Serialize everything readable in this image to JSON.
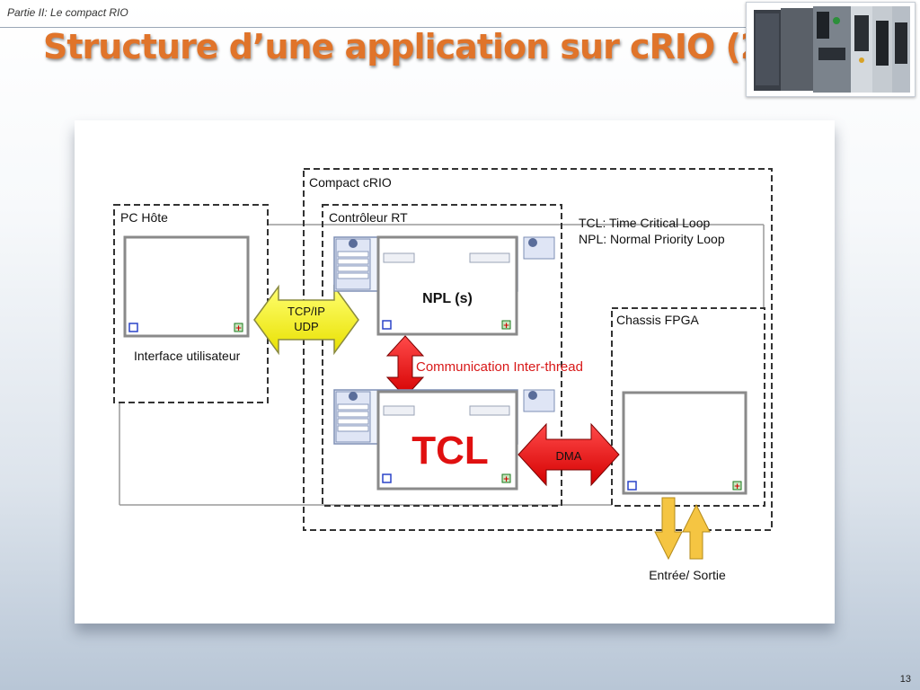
{
  "header": {
    "section": "Partie II: Le compact RIO",
    "title": "Structure d’une application sur cRIO (2/2)"
  },
  "diagram": {
    "compact_crio_label": "Compact cRIO",
    "pc_hote_label": "PC Hôte",
    "controleur_rt_label": "Contrôleur RT",
    "legend_tcl": "TCL: Time Critical Loop",
    "legend_npl": "NPL: Normal Priority Loop",
    "interface_label": "Interface utilisateur",
    "protocol_line1": "TCP/IP",
    "protocol_line2": "UDP",
    "npl_label": "NPL (s)",
    "inter_thread_label": "Communication Inter-thread",
    "tcl_label": "TCL",
    "dma_label": "DMA",
    "chassis_label": "Chassis FPGA",
    "io_label": "Entrée/ Sortie",
    "colors": {
      "yellow_arrow": "#f7f20a",
      "red_arrow": "#e81010",
      "io_arrow": "#f5c542",
      "title_orange": "#e0742a"
    }
  },
  "footer": {
    "page_number": "13"
  }
}
